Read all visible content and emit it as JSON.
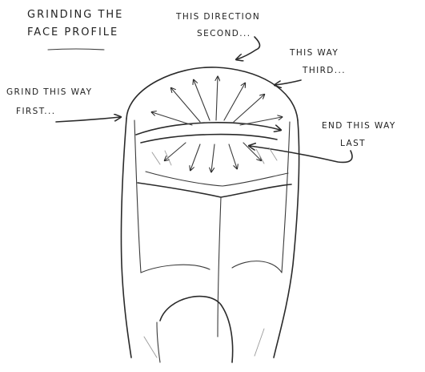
{
  "title": {
    "line1": "GRINDING THE",
    "line2": "FACE PROFILE"
  },
  "labels": {
    "first": {
      "line1": "GRIND THIS WAY",
      "line2": "FIRST..."
    },
    "second": {
      "line1": "THIS DIRECTION",
      "line2": "SECOND..."
    },
    "third": {
      "line1": "THIS WAY",
      "line2": "THIRD..."
    },
    "last": {
      "line1": "END THIS WAY",
      "line2": "LAST"
    }
  },
  "colors": {
    "ink": "#2a2a2a",
    "background": "#ffffff"
  }
}
